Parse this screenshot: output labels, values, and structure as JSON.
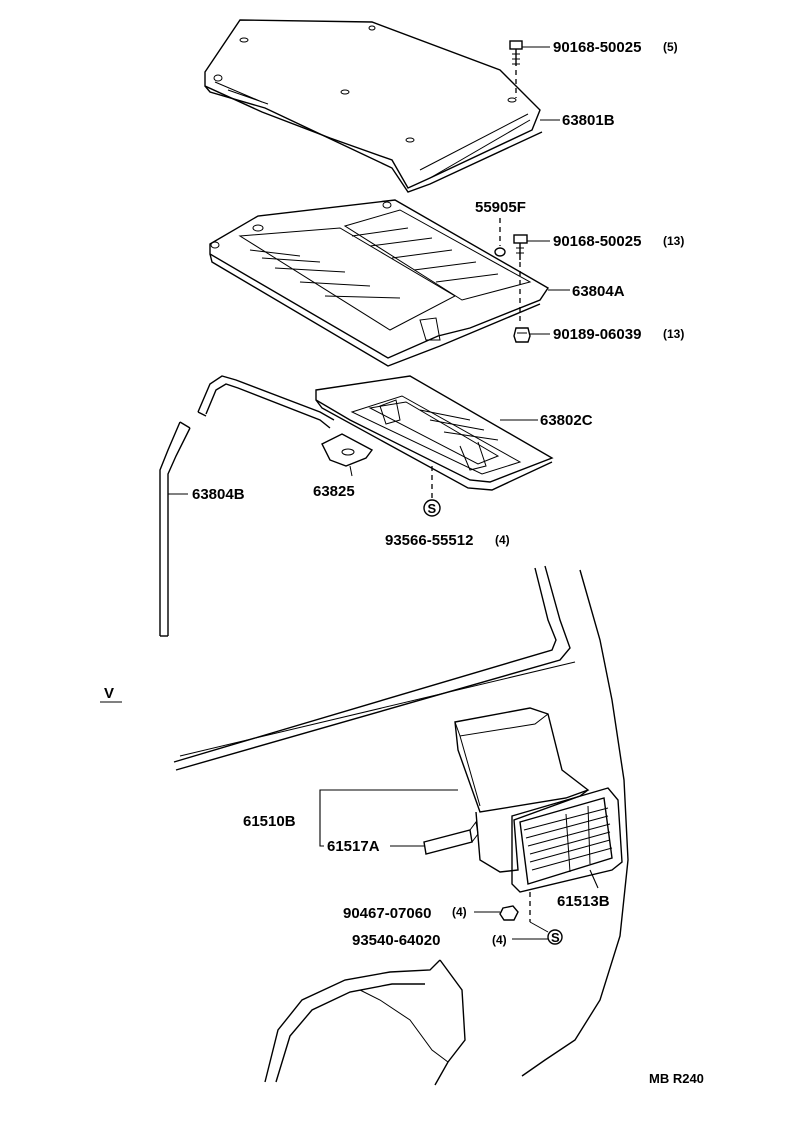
{
  "labels": {
    "bolt_top_part": "90168-50025",
    "bolt_top_qty": "(5)",
    "cover_part": "63801B",
    "clip_part": "55905F",
    "bolt_mid_part": "90168-50025",
    "bolt_mid_qty": "(13)",
    "frame_part": "63804A",
    "nut_part": "90189-06039",
    "nut_qty": "(13)",
    "tray_part": "63802C",
    "bracket_part": "63825",
    "hose_part": "63804B",
    "screw_part": "93566-55512",
    "screw_qty": "(4)",
    "view_marker": "V",
    "vent_assy_part": "61510B",
    "seal_part": "61517A",
    "grille_part": "61513B",
    "nut2_part": "90467-07060",
    "nut2_qty": "(4)",
    "screw2_part": "93540-64020",
    "screw2_qty": "(4)",
    "drawing_code": "MB R240"
  },
  "symbols": {
    "screw_mark": "S"
  }
}
